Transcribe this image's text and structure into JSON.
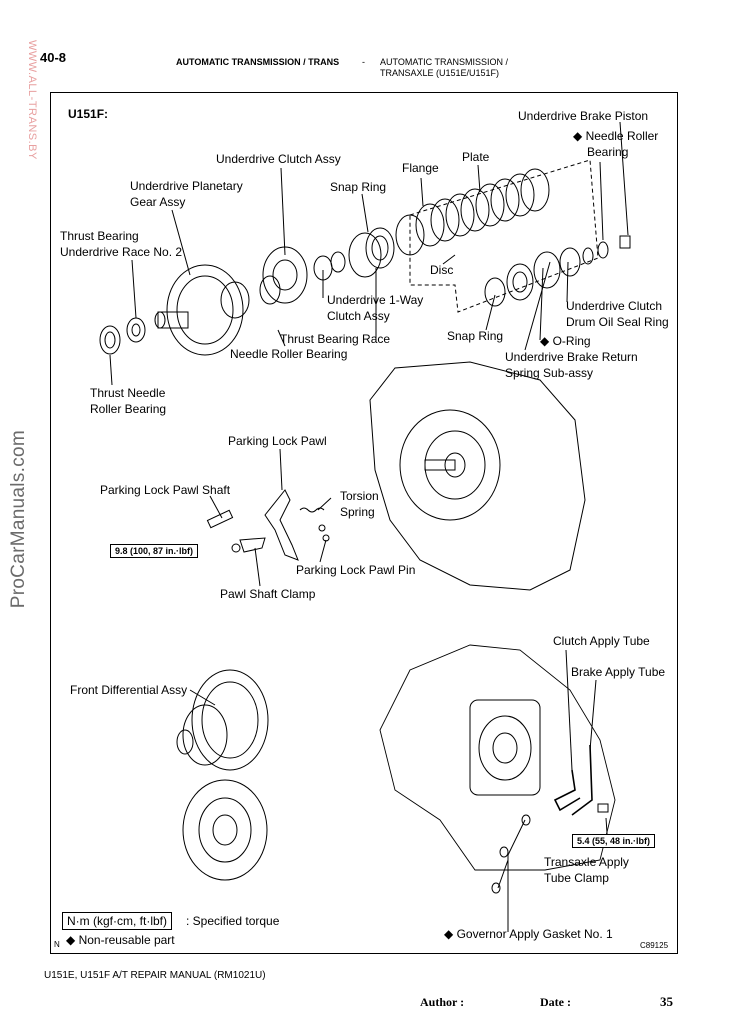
{
  "header": {
    "page_section": "40-8",
    "title_left": "AUTOMATIC TRANSMISSION / TRANS",
    "dash": "-",
    "title_right_line1": "AUTOMATIC TRANSMISSION /",
    "title_right_line2": "TRANSAXLE (U151E/U151F)"
  },
  "watermarks": {
    "side": "WWW.ALL-TRANS.BY",
    "vertical": "ProCarManuals.com"
  },
  "figure": {
    "model": "U151F:",
    "labels": {
      "underdrive_brake_piston": "Underdrive Brake Piston",
      "needle_roller_bearing_1": "Needle Roller",
      "needle_roller_bearing_2": "Bearing",
      "plate": "Plate",
      "underdrive_clutch_assy": "Underdrive Clutch Assy",
      "flange": "Flange",
      "udp_gear_1": "Underdrive Planetary",
      "udp_gear_2": "Gear Assy",
      "snap_ring_top": "Snap Ring",
      "thrust_bearing": "Thrust Bearing",
      "underdrive_race_2": "Underdrive Race No. 2",
      "disc": "Disc",
      "ud_1way_1": "Underdrive  1-Way",
      "ud_1way_2": "Clutch Assy",
      "ud_clutch_drum_seal_1": "Underdrive Clutch",
      "ud_clutch_drum_seal_2": "Drum Oil Seal Ring",
      "snap_ring_mid": "Snap Ring",
      "thrust_bearing_race": "Thrust Bearing Race",
      "o_ring": "O-Ring",
      "needle_roller_bearing_mid": "Needle Roller Bearing",
      "ud_brake_return_1": "Underdrive Brake Return",
      "ud_brake_return_2": "Spring  Sub-assy",
      "thrust_needle_1": "Thrust Needle",
      "thrust_needle_2": "Roller Bearing",
      "parking_lock_pawl": "Parking Lock Pawl",
      "parking_lock_pawl_shaft": "Parking Lock Pawl Shaft",
      "torsion_1": "Torsion",
      "torsion_2": "Spring",
      "parking_lock_pawl_pin": "Parking Lock Pawl Pin",
      "pawl_shaft_clamp": "Pawl Shaft Clamp",
      "clutch_apply_tube": "Clutch Apply Tube",
      "brake_apply_tube": "Brake Apply Tube",
      "front_differential_assy": "Front Differential Assy",
      "transaxle_apply_1": "Transaxle Apply",
      "transaxle_apply_2": "Tube Clamp",
      "governor_apply_gasket": "Governor Apply Gasket No. 1"
    },
    "torque_1": "9.8 (100, 87 in.·lbf)",
    "torque_2": "5.4 (55, 48 in.·lbf)",
    "diamond": "◆",
    "legend": {
      "units_box": "N·m (kgf·cm, ft·lbf)",
      "units_text": ": Specified torque",
      "nonreusable": "Non-reusable part",
      "corner_n": "N"
    },
    "figure_code": "C89125"
  },
  "footer": {
    "manual": "U151E, U151F A/T REPAIR MANUAL   (RM1021U)",
    "author": "Author :",
    "date": "Date :",
    "page": "35"
  }
}
